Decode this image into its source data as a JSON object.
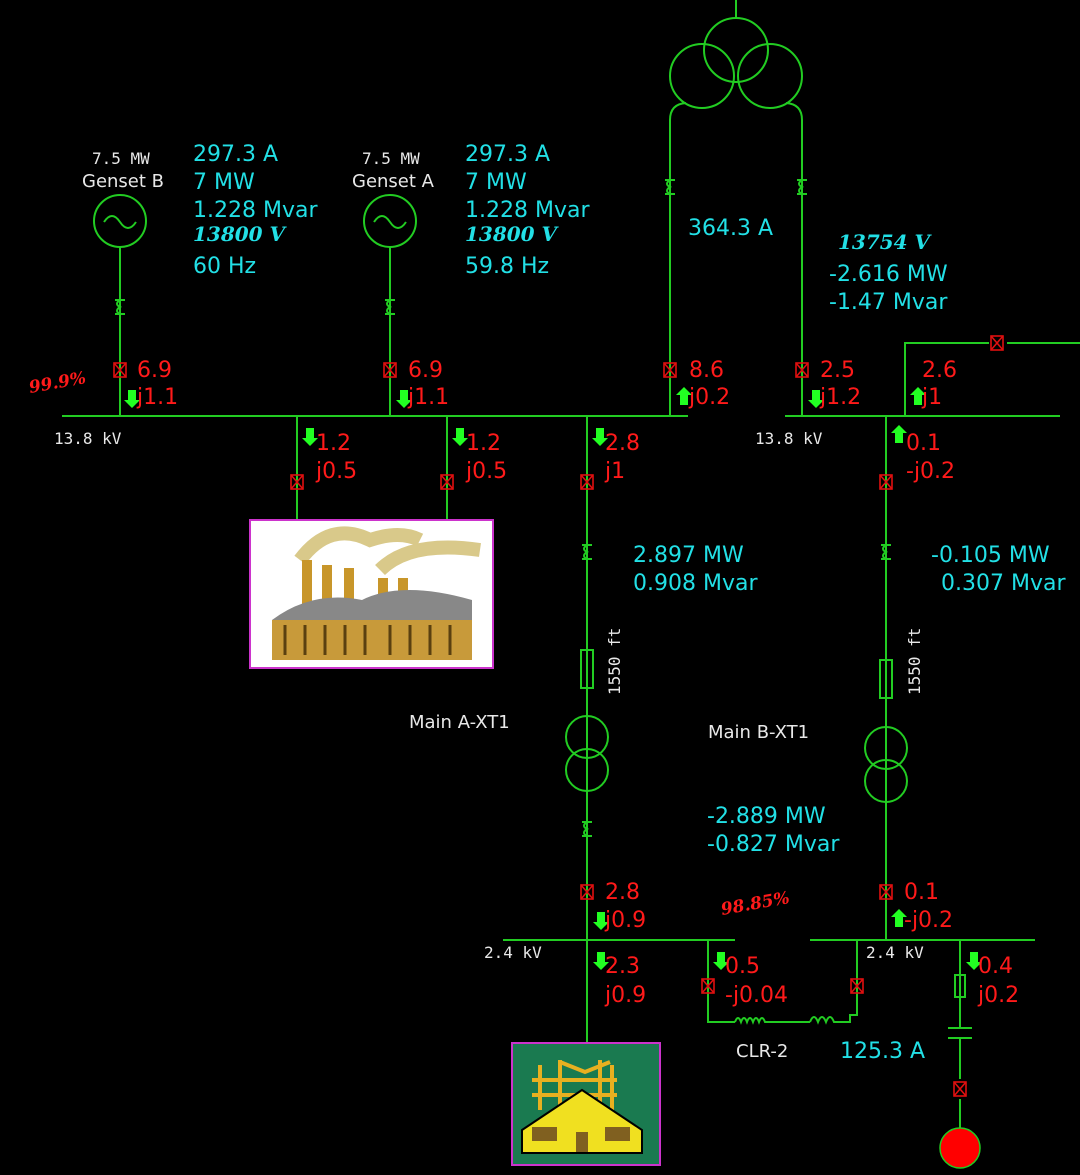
{
  "colors": {
    "background": "#000000",
    "line": "#22cc22",
    "breaker": "#e01010",
    "measure": "#22e0e6",
    "flow": "#ff1a1a",
    "arrow": "#22ff22",
    "load_box_border": "#cc33cc"
  },
  "gensets": [
    {
      "name": "Genset B",
      "rating": "7.5 MW",
      "current": "297.3 A",
      "mw": "7 MW",
      "mvar": "1.228 Mvar",
      "voltage": "13800 V",
      "freq": "60 Hz",
      "loading": "99.9%",
      "flow_p": "6.9",
      "flow_q": "j1.1",
      "flow_dir": "down"
    },
    {
      "name": "Genset A",
      "rating": "7.5 MW",
      "current": "297.3 A",
      "mw": "7 MW",
      "mvar": "1.228 Mvar",
      "voltage": "13800 V",
      "freq": "59.8 Hz",
      "flow_p": "6.9",
      "flow_q": "j1.1",
      "flow_dir": "down"
    }
  ],
  "utility": {
    "current": "364.3 A",
    "left_p": "8.6",
    "left_q": "j0.2",
    "left_dir": "up",
    "right_p": "2.5",
    "right_q": "j1.2",
    "right_dir": "down"
  },
  "bus_right": {
    "voltage_label": "13.8 kV",
    "voltage": "13754 V",
    "mw": "-2.616 MW",
    "mvar": "-1.47 Mvar",
    "tie_p": "2.6",
    "tie_q": "j1",
    "tie_dir": "up",
    "feeder_p": "0.1",
    "feeder_q": "-j0.2",
    "feeder_dir": "up"
  },
  "bus_left": {
    "voltage_label": "13.8 kV",
    "feeder1_p": "1.2",
    "feeder1_q": "j0.5",
    "feeder2_p": "1.2",
    "feeder2_q": "j0.5",
    "xfmr_p": "2.8",
    "xfmr_q": "j1"
  },
  "xfmr_a": {
    "name": "Main A-XT1",
    "cable": "1550 ft",
    "mw": "2.897 MW",
    "mvar": "0.908 Mvar",
    "sec_p": "2.8",
    "sec_q": "j0.9"
  },
  "xfmr_b": {
    "name": "Main B-XT1",
    "cable": "1550 ft",
    "mw": "-0.105 MW",
    "mvar": "0.307 Mvar",
    "lv_mw": "-2.889 MW",
    "lv_mvar": "-0.827 Mvar",
    "sec_p": "0.1",
    "sec_q": "-j0.2"
  },
  "lv_bus_a": {
    "voltage_label": "2.4 kV",
    "load_p": "2.3",
    "load_q": "j0.9",
    "clr_p": "0.5",
    "clr_q": "-j0.04",
    "loading": "98.85%"
  },
  "lv_bus_b": {
    "voltage_label": "2.4 kV",
    "motor_p": "0.4",
    "motor_q": "j0.2"
  },
  "reactor": {
    "name": "CLR-2",
    "current": "125.3 A"
  },
  "icons": [
    "generator-icon",
    "breaker-icon",
    "transformer-icon",
    "industrial-load-icon",
    "substation-load-icon",
    "motor-icon"
  ]
}
